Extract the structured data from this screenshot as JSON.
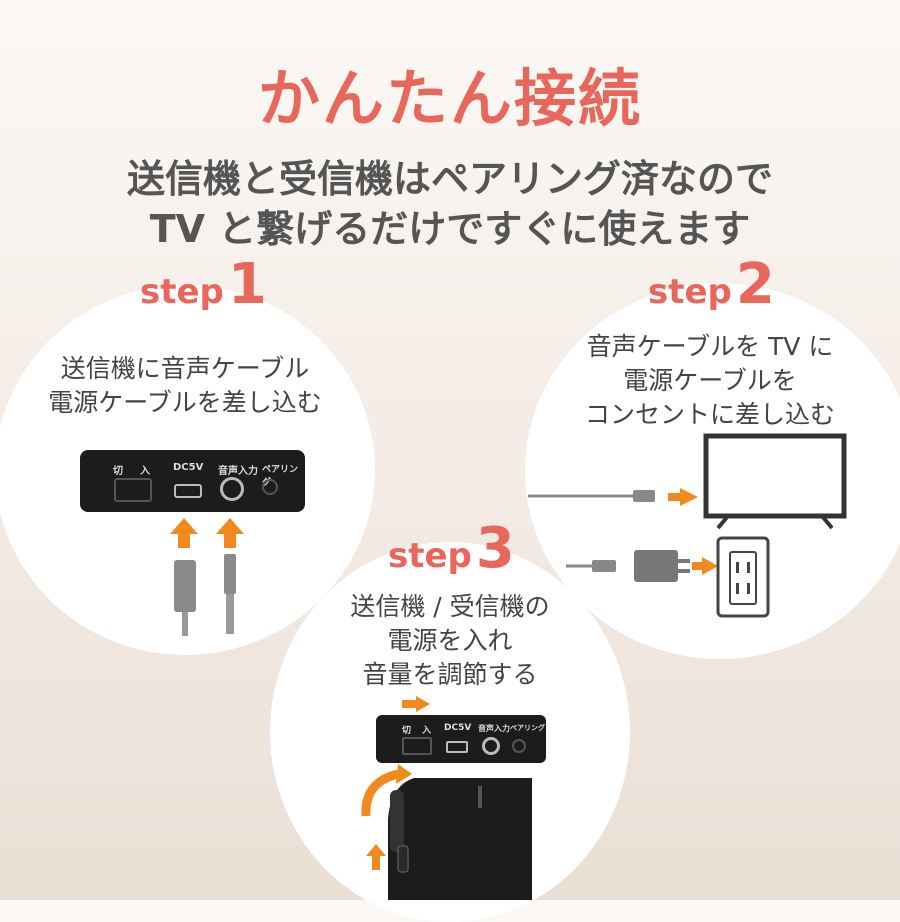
{
  "title": "かんたん接続",
  "subtitle": [
    "送信機と受信機はペアリング済なので",
    "TV と繋げるだけですぐに使えます"
  ],
  "steps": [
    {
      "word": "step",
      "num": "1",
      "lines": [
        "送信機に音声ケーブル",
        "電源ケーブルを差し込む"
      ]
    },
    {
      "word": "step",
      "num": "2",
      "lines": [
        "音声ケーブルを TV に",
        "電源ケーブルを",
        "コンセントに差し込む"
      ]
    },
    {
      "word": "step",
      "num": "3",
      "lines": [
        "送信機 / 受信機の",
        "電源を入れ",
        "音量を調節する"
      ]
    }
  ],
  "device": {
    "off": "切",
    "on": "入",
    "dc": "DC5V",
    "audio": "音声入力",
    "pair": "ペアリング"
  },
  "colors": {
    "accent": "#e8675a",
    "arrow": "#f08a1c"
  }
}
